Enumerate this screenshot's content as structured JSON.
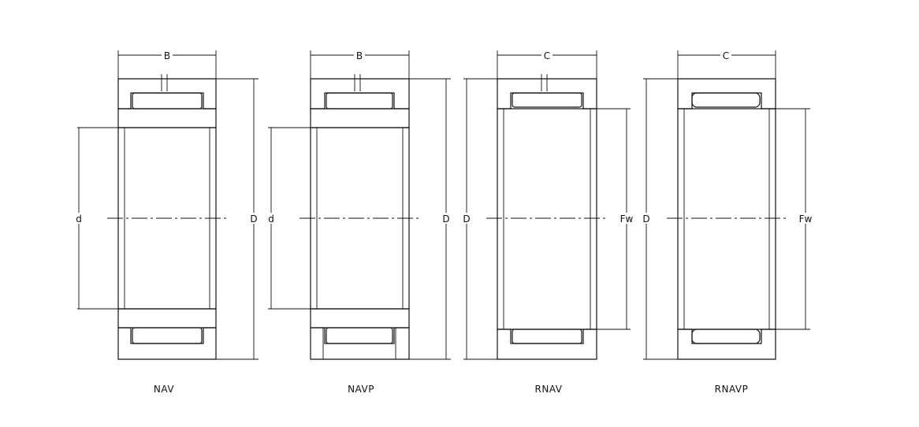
{
  "diagrams": [
    {
      "caption": "NAV",
      "width_label": "B",
      "inner_label": "d",
      "outer_label": "D"
    },
    {
      "caption": "NAVP",
      "width_label": "B",
      "inner_label": "d",
      "outer_label": "D"
    },
    {
      "caption": "RNAV",
      "width_label": "C",
      "inner_label": "Fw",
      "outer_label": "D"
    },
    {
      "caption": "RNAVP",
      "width_label": "C",
      "inner_label": "Fw",
      "outer_label": "D"
    }
  ]
}
